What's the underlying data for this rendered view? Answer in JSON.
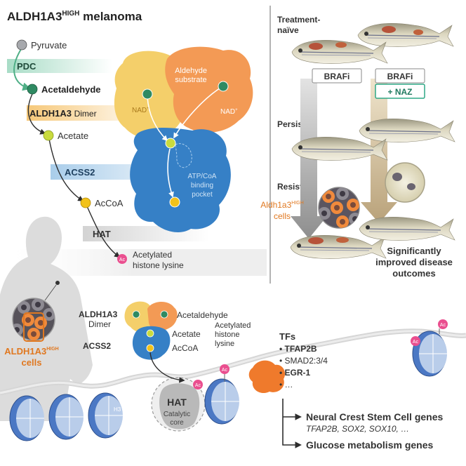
{
  "title": {
    "main": "ALDH1A3",
    "sup": "HIGH",
    "rest": " melanoma"
  },
  "pathway": {
    "pyruvate": "Pyruvate",
    "pdc": "PDC",
    "acetaldehyde": "Acetaldehyde",
    "aldh1a3": "ALDH1A3",
    "dimer": "Dimer",
    "acetate": "Acetate",
    "acss2": "ACSS2",
    "accoa": "AcCoA",
    "hat": "HAT",
    "ac": "Ac",
    "acetylated_1": "Acetylated",
    "acetylated_2": "histone lysine"
  },
  "protein": {
    "aldehyde_1": "Aldehyde",
    "aldehyde_2": "substrate",
    "nad_left": "NAD",
    "nad_right": "NAD",
    "nad_sup": "+",
    "pocket_1": "ATP/CoA",
    "pocket_2": "binding",
    "pocket_3": "pocket"
  },
  "zebrafish": {
    "treatment_1": "Treatment-",
    "treatment_2": "naïve",
    "brafi_left": "BRAFi",
    "brafi_right": "BRAFi",
    "naz": "+ NAZ",
    "persister": "Persister",
    "resistant": "Resistant",
    "cells_main": "Aldh1a3",
    "cells_sup": "HIGH",
    "cells_2": "cells",
    "outcome_1": "Significantly",
    "outcome_2": "improved disease",
    "outcome_3": "outcomes"
  },
  "bottom": {
    "aldh1a3": "ALDH1A3",
    "dimer": "Dimer",
    "acetaldehyde": "Acetaldehyde",
    "acetate": "Acetate",
    "acss2": "ACSS2",
    "accoa": "AcCoA",
    "acetylated_1": "Acetylated",
    "acetylated_2": "histone",
    "acetylated_3": "lysine",
    "hat": "HAT",
    "catalytic_1": "Catalytic",
    "catalytic_2": "core",
    "ac": "Ac",
    "h3": "H3",
    "cells_main": "ALDH1A3",
    "cells_sup": "HIGH",
    "cells_2": "cells",
    "tfs": "TFs",
    "tf_items": [
      "• TFAP2B",
      "• SMAD2:3/4",
      "• EGR-1",
      "• …"
    ],
    "genes_1": "Neural Crest Stem Cell genes",
    "genes_1_list": "TFAP2B, SOX2, SOX10, …",
    "genes_2": "Glucose metabolism genes"
  }
}
